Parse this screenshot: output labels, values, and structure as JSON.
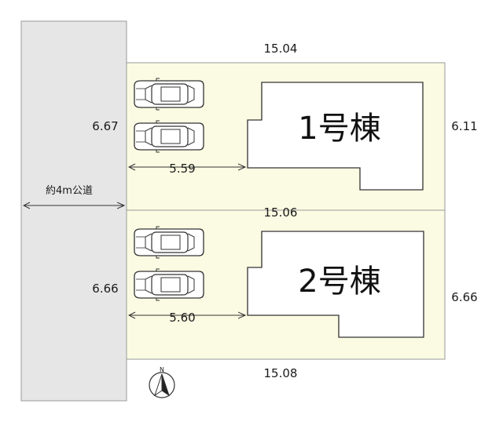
{
  "plan": {
    "road_label": "約4m公道",
    "lot_1": {
      "building_label": "1号棟",
      "top_width": "15.04",
      "left_depth": "6.67",
      "right_depth": "6.11",
      "setback": "5.59"
    },
    "lot_2": {
      "building_label": "2号棟",
      "top_width": "15.06",
      "bottom_width": "15.08",
      "left_depth": "6.66",
      "right_depth": "6.66",
      "setback": "5.60"
    },
    "north_marker": "N"
  },
  "colors": {
    "lot_fill": "#fbfbe3",
    "road_fill": "#e6e6e6",
    "line": "#333333"
  }
}
